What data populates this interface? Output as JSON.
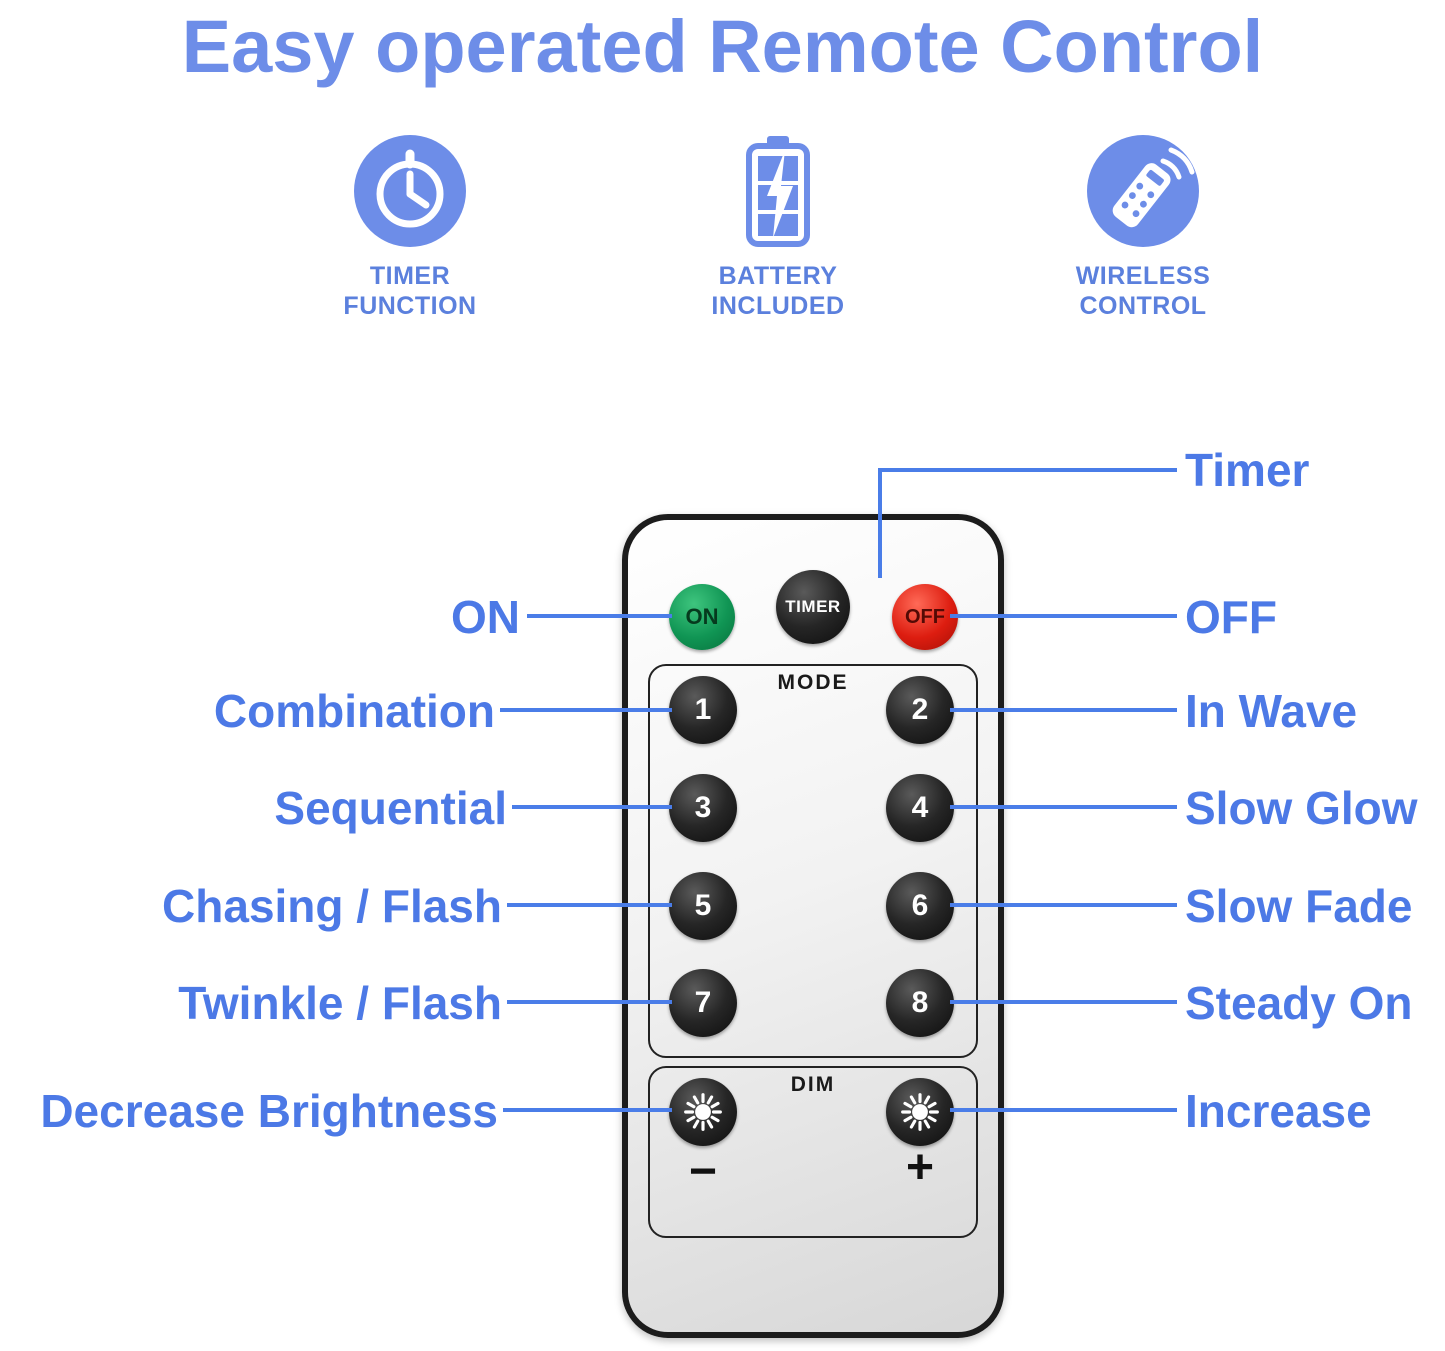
{
  "title": "Easy operated Remote Control",
  "features": [
    {
      "line1": "TIMER",
      "line2": "FUNCTION"
    },
    {
      "line1": "BATTERY",
      "line2": "INCLUDED"
    },
    {
      "line1": "WIRELESS",
      "line2": "CONTROL"
    }
  ],
  "remote": {
    "on_label": "ON",
    "timer_label": "TIMER",
    "off_label": "OFF",
    "mode_label": "MODE",
    "mode_buttons": [
      "1",
      "2",
      "3",
      "4",
      "5",
      "6",
      "7",
      "8"
    ],
    "dim_label": "DIM",
    "dim_minus": "−",
    "dim_plus": "+"
  },
  "callouts": {
    "left": [
      "ON",
      "Combination",
      "Sequential",
      "Chasing / Flash",
      "Twinkle / Flash",
      "Decrease Brightness"
    ],
    "right": [
      "Timer",
      "OFF",
      "In Wave",
      "Slow Glow",
      "Slow Fade",
      "Steady On",
      "Increase"
    ]
  },
  "icons": [
    "clock-icon",
    "battery-icon",
    "wireless-remote-icon",
    "sun-icon"
  ],
  "colors": {
    "title_blue": "#6d8de8",
    "feature_label_blue": "#5b80dd",
    "callout_blue": "#4c79e6",
    "line_blue": "#4a7de8",
    "on_green": "#109554",
    "off_red": "#dd1d10",
    "button_dark": "#1e1e1e"
  }
}
